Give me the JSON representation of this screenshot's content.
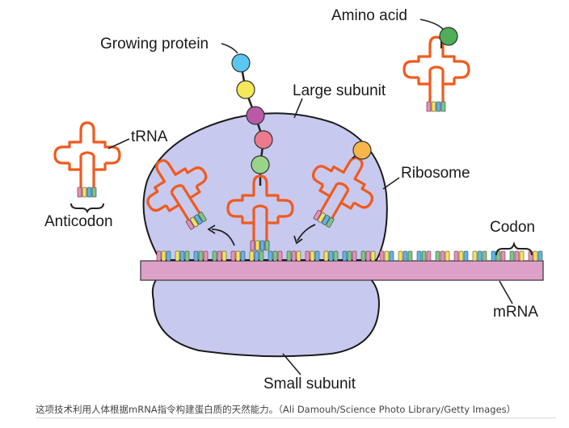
{
  "labels": {
    "amino_acid": "Amino acid",
    "growing_protein": "Growing protein",
    "large_subunit": "Large subunit",
    "trna": "tRNA",
    "ribosome": "Ribosome",
    "anticodon": "Anticodon",
    "codon": "Codon",
    "mrna": "mRNA",
    "small_subunit": "Small subunit"
  },
  "caption": "这项技术利用人体根据mRNA指令构建蛋白质的天然能力。（Ali Damouh/Science Photo Library/Getty Images）",
  "colors": {
    "ribosome_fill": "#c7c9ef",
    "ribosome_stroke": "#1a1a1a",
    "mrna_fill": "#dda0c8",
    "trna": "#f05a1e",
    "bead_blue": "#5bc6f2",
    "bead_yellow": "#f5e85a",
    "bead_purple": "#b85aa6",
    "bead_pink": "#ec7a8e",
    "bead_green": "#98d48a",
    "bead_orange": "#f7b64c",
    "bead_darkgreen": "#4fae57",
    "base_pink": "#f08cb4",
    "base_yellow": "#f6e25e",
    "base_blue": "#5eb6e4",
    "base_green": "#7cc68a"
  }
}
